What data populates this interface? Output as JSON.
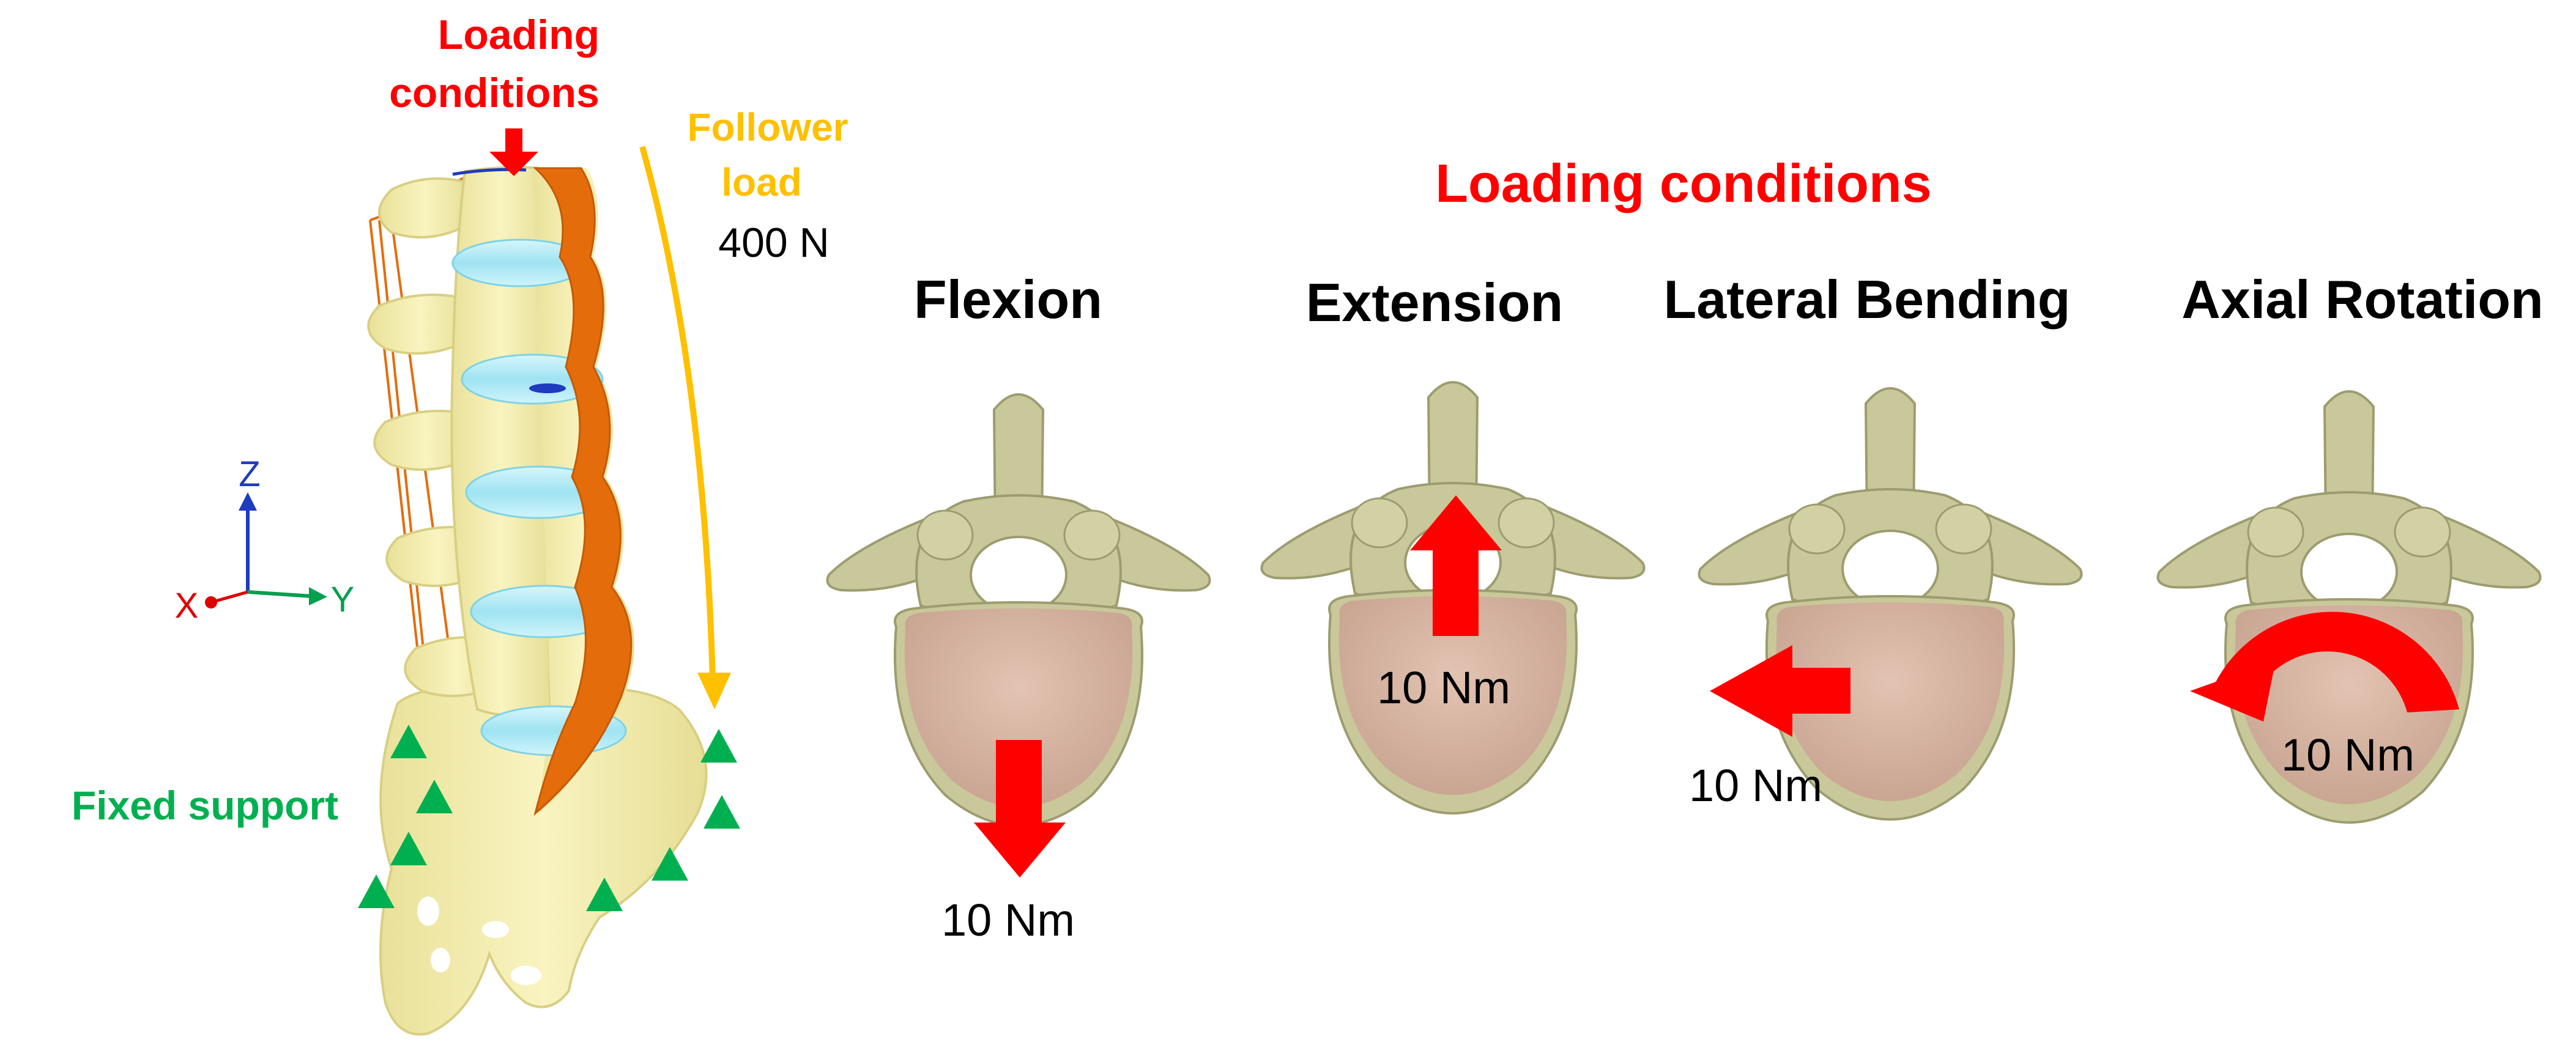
{
  "spine_panel": {
    "top_label_line1": "Loading",
    "top_label_line2": "conditions",
    "follower_line1": "Follower",
    "follower_line2": "load",
    "follower_value": "400 N",
    "fixed_support": "Fixed support",
    "axis_z": "Z",
    "axis_x": "X",
    "axis_y": "Y"
  },
  "main_title": "Loading conditions",
  "cases": [
    {
      "title": "Flexion",
      "moment": "10 Nm"
    },
    {
      "title": "Extension",
      "moment": "10 Nm"
    },
    {
      "title": "Lateral Bending",
      "moment": "10 Nm"
    },
    {
      "title": "Axial Rotation",
      "moment": "10 Nm"
    }
  ],
  "colors": {
    "red": "#ff0000",
    "orange_label": "#ffc000",
    "green": "#00b050",
    "bone": "#f7f1b0",
    "vertebra": "#c9c89a",
    "body_pink": "#d8b7a5",
    "disc": "#aeeaf5",
    "orange_band": "#e46c0a"
  }
}
